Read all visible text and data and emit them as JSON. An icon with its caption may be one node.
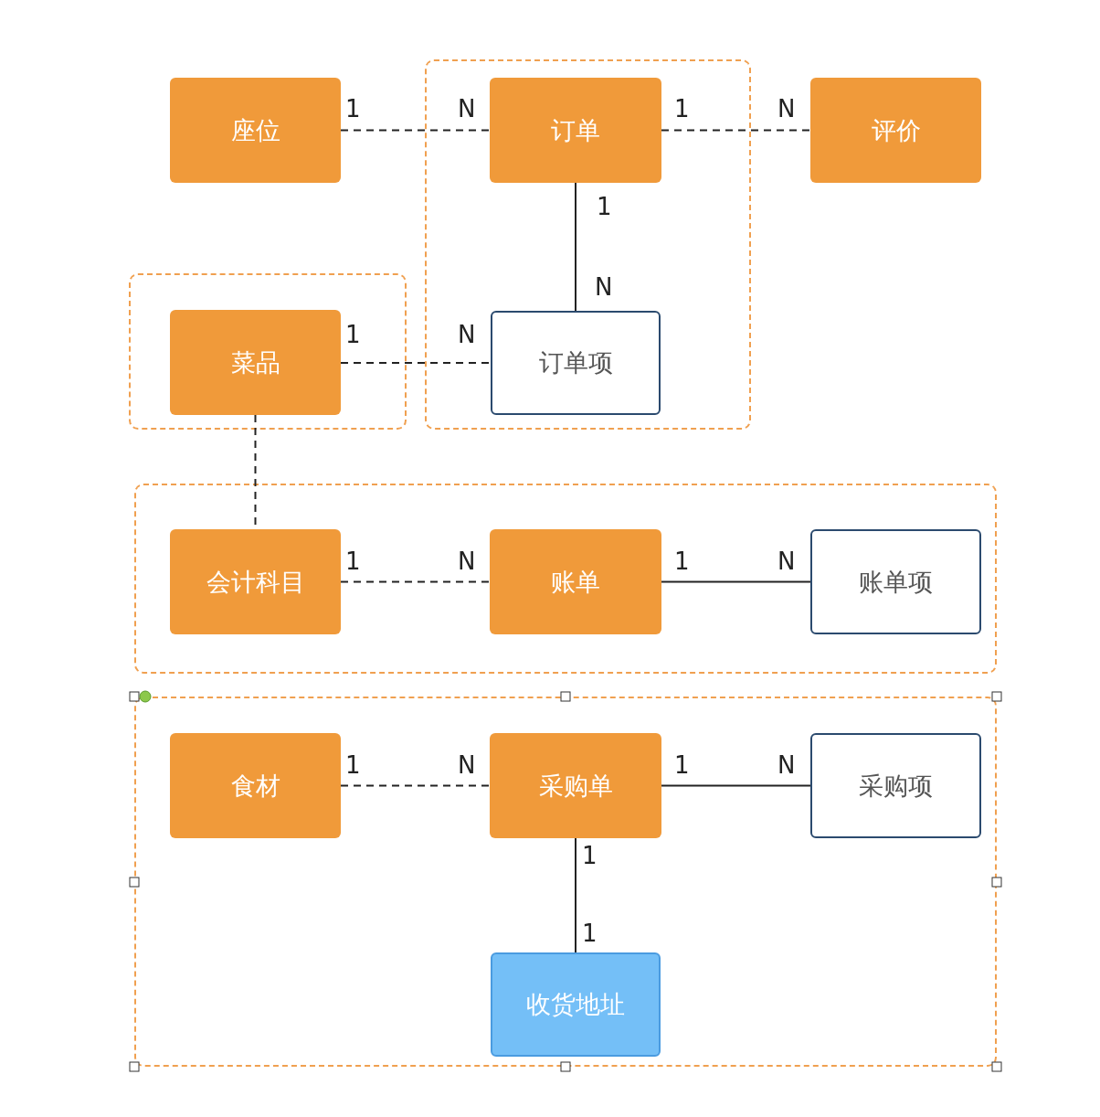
{
  "diagram": {
    "nodes": [
      {
        "text": [
          "座位"
        ]
      },
      {
        "text": [],
        "shape": "box"
      },
      {
        "text": [
          "订单"
        ],
        "in": 1
      },
      {
        "text": [
          "评价"
        ]
      },
      {
        "text": [],
        "shape": "box"
      },
      {
        "text": [
          "菜品"
        ],
        "in": 4
      },
      {
        "text": [
          "订单项"
        ],
        "in": 1
      },
      {
        "text": [],
        "shape": "box"
      },
      {
        "text": [
          "会计科目"
        ],
        "in": 7
      },
      {
        "text": [
          "账单"
        ],
        "in": 7
      },
      {
        "text": [
          "账单项"
        ],
        "in": 7
      },
      {
        "text": [],
        "shape": "box"
      },
      {
        "text": [
          "食材"
        ],
        "in": 11
      },
      {
        "text": [
          "采购单"
        ],
        "in": 11
      },
      {
        "text": [
          "采购项"
        ],
        "in": 11
      },
      {
        "text": [
          "收货地址"
        ],
        "in": 11
      }
    ],
    "edges": [
      {
        "from": 0,
        "to": 2,
        "arrow": "none",
        "style": "dashed"
      },
      {
        "from": 2,
        "to": 3,
        "arrow": "none",
        "style": "dashed"
      },
      {
        "from": 2,
        "to": 6,
        "arrow": "none"
      },
      {
        "from": 5,
        "to": 6,
        "arrow": "none",
        "style": "dashed"
      },
      {
        "from": 5,
        "to": 8,
        "arrow": "none",
        "style": "dashed"
      },
      {
        "from": 8,
        "to": 9,
        "arrow": "none",
        "style": "dashed"
      },
      {
        "from": 9,
        "to": 10,
        "arrow": "none"
      },
      {
        "from": 12,
        "to": 13,
        "arrow": "none",
        "style": "dashed"
      },
      {
        "from": 13,
        "to": 14,
        "arrow": "none"
      },
      {
        "from": 13,
        "to": 15,
        "arrow": "none"
      }
    ],
    "labels": [
      "1",
      "N",
      "1",
      "N",
      "1",
      "N",
      "1",
      "N",
      "1",
      "N",
      "1",
      "N",
      "1",
      "N",
      "1",
      "N",
      "1",
      "1"
    ]
  }
}
